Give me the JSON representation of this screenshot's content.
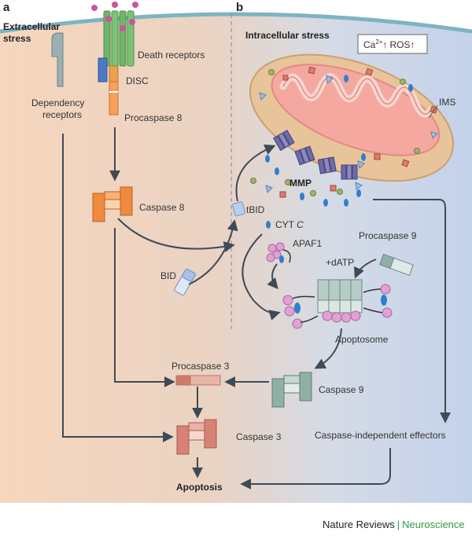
{
  "panels": {
    "a": "a",
    "b": "b"
  },
  "labels": {
    "extracellular": [
      "Extracellular",
      "stress"
    ],
    "intracellular": "Intracellular stress",
    "death_receptors": "Death receptors",
    "disc": "DISC",
    "procaspase8": "Procaspase 8",
    "dependency": [
      "Dependency",
      "receptors"
    ],
    "caspase8": "Caspase 8",
    "tbid": "tBID",
    "bid": "BID",
    "mmp": "MMP",
    "ims": "IMS",
    "ca": "Ca",
    "ca_sup": "2+",
    "ros": "ROS",
    "up_arrow": "↑",
    "cytc": "CYT",
    "cytc_italic": "C",
    "apaf1": "APAF1",
    "procaspase9": "Procaspase 9",
    "datp": "+dATP",
    "apoptosome": "Apoptosome",
    "procaspase3": "Procaspase 3",
    "caspase9": "Caspase 9",
    "caspase3": "Caspase 3",
    "independent": "Caspase-independent effectors",
    "apoptosis": "Apoptosis"
  },
  "footer": {
    "journal": "Nature Reviews",
    "separator": "|",
    "section": "Neuroscience"
  },
  "colors": {
    "left_bg": "#f5d8c0",
    "right_bg": "#c9d6ea",
    "membrane": "#7fb3c2",
    "arrow": "#3f4a55",
    "receptor_green": "#6fb56a",
    "ligand": "#c8569a",
    "caspase8": "#f08a3c",
    "caspase3": "#d88276",
    "caspase9": "#8fb0a6",
    "mito_outer": "#e8c49a",
    "mito_inner": "#f4a8a0",
    "channel": "#6f6aa8",
    "cytc": "#2f7fd1",
    "apaf1": "#e2a0d4",
    "footer_green": "#2e9a46"
  }
}
